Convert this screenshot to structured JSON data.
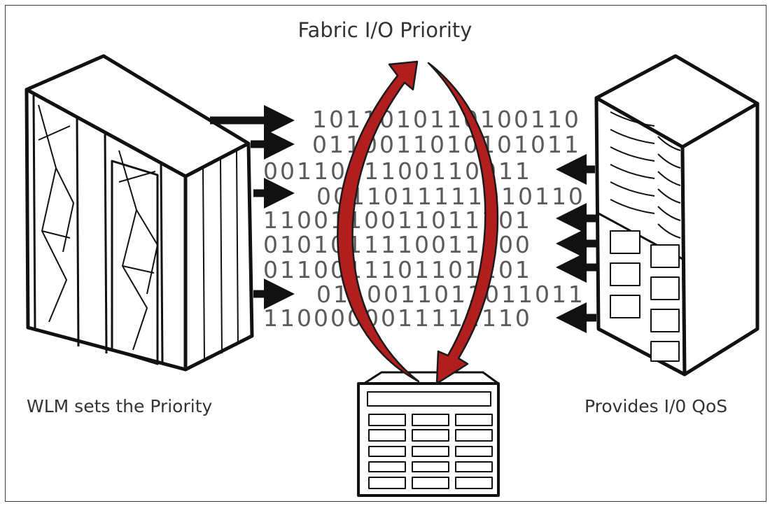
{
  "title": "Fabric I/O Priority",
  "captions": {
    "left": "WLM sets the Priority",
    "right": "Provides I/0 QoS"
  },
  "binary_lines": [
    "1011010110100110",
    "0110011010101011",
    "0011001100110011",
    "0011011111010110",
    "1100110011011101",
    "0101011110011100",
    "0110011101101101",
    "0110011011011011",
    "1100000011111110"
  ],
  "colors": {
    "ink": "#111111",
    "arrow_red": "#b01e1e",
    "text": "#333333"
  },
  "icons": [
    "mainframe-server",
    "storage-array",
    "san-director-switch"
  ]
}
